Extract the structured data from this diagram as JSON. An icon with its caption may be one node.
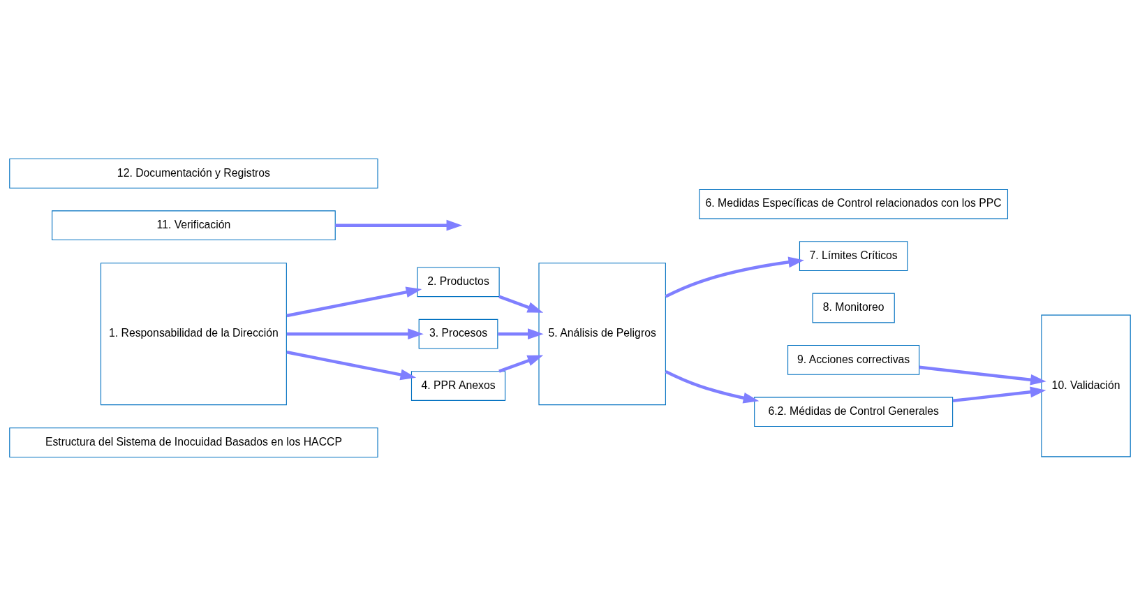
{
  "diagram": {
    "nodes": [
      {
        "text": [
          "Estructura del Sistema de Inocuidad Basados en los HACCP"
        ]
      },
      {
        "text": [
          "1. Responsabilidad de la Dirección"
        ]
      },
      {
        "text": [
          "11. Verificación"
        ]
      },
      {
        "text": [
          "2. Productos"
        ]
      },
      {
        "text": [
          "3. Procesos"
        ]
      },
      {
        "text": [
          "4. PPR Anexos"
        ]
      },
      {
        "text": [
          "5. Análisis de Peligros"
        ]
      },
      {
        "text": [
          "6. Medidas Específicas de Control relacionados con los PPC"
        ]
      },
      {
        "text": [
          "7. Límites Críticos"
        ]
      },
      {
        "text": [
          "8. Monitoreo"
        ]
      },
      {
        "text": [
          "9. Acciones correctivas"
        ]
      },
      {
        "text": [
          "6.2. Médidas de Control Generales"
        ]
      },
      {
        "text": [
          "10. Validación"
        ]
      },
      {
        "text": [
          "12. Documentación y Registros"
        ]
      }
    ],
    "edges": [
      {
        "from": 1,
        "to": 3,
        "arrow": "to"
      },
      {
        "from": 1,
        "to": 4,
        "arrow": "to"
      },
      {
        "from": 1,
        "to": 5,
        "arrow": "to"
      },
      {
        "from": 3,
        "to": 6,
        "arrow": "to"
      },
      {
        "from": 4,
        "to": 6,
        "arrow": "to"
      },
      {
        "from": 5,
        "to": 6,
        "arrow": "to"
      },
      {
        "from": 6,
        "to": 8,
        "arrow": "to"
      },
      {
        "from": 6,
        "to": 11,
        "arrow": "to"
      },
      {
        "from": 10,
        "to": 12,
        "arrow": "to"
      },
      {
        "from": 11,
        "to": 12,
        "arrow": "to"
      },
      {
        "from": 2,
        "to": null,
        "arrow": "to"
      }
    ]
  }
}
